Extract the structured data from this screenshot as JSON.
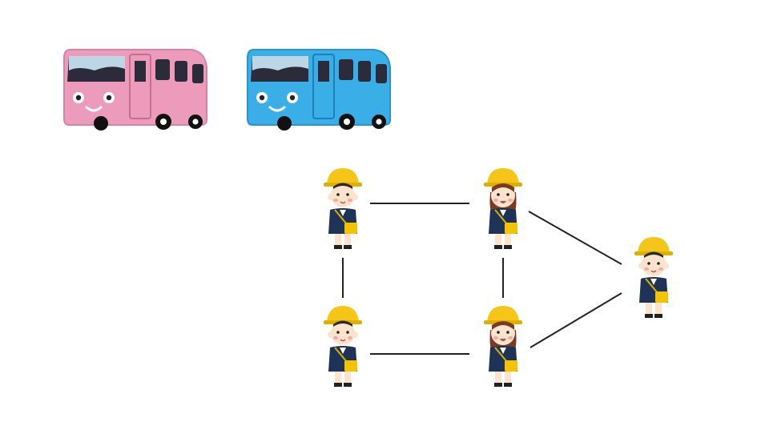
{
  "buses": [
    {
      "name": "pink",
      "body_color": "#ec9cba",
      "stroke_color": "#c86f8e"
    },
    {
      "name": "blue",
      "body_color": "#3aaee6",
      "stroke_color": "#1f7fb8"
    }
  ],
  "children": [
    {
      "id": "kid-1",
      "type": "boy"
    },
    {
      "id": "kid-2",
      "type": "girl"
    },
    {
      "id": "kid-3",
      "type": "boy"
    },
    {
      "id": "kid-4",
      "type": "girl"
    },
    {
      "id": "kid-5",
      "type": "boy"
    }
  ],
  "connections": [
    [
      "kid-1",
      "kid-2"
    ],
    [
      "kid-1",
      "kid-3"
    ],
    [
      "kid-2",
      "kid-4"
    ],
    [
      "kid-3",
      "kid-4"
    ],
    [
      "kid-2",
      "kid-5"
    ],
    [
      "kid-4",
      "kid-5"
    ]
  ],
  "colors": {
    "helmet": "#f5c518",
    "uniform": "#1f3357",
    "bag": "#f2c400",
    "skin": "#fde2cc",
    "hair": "#7a3b22",
    "line": "#222222"
  }
}
